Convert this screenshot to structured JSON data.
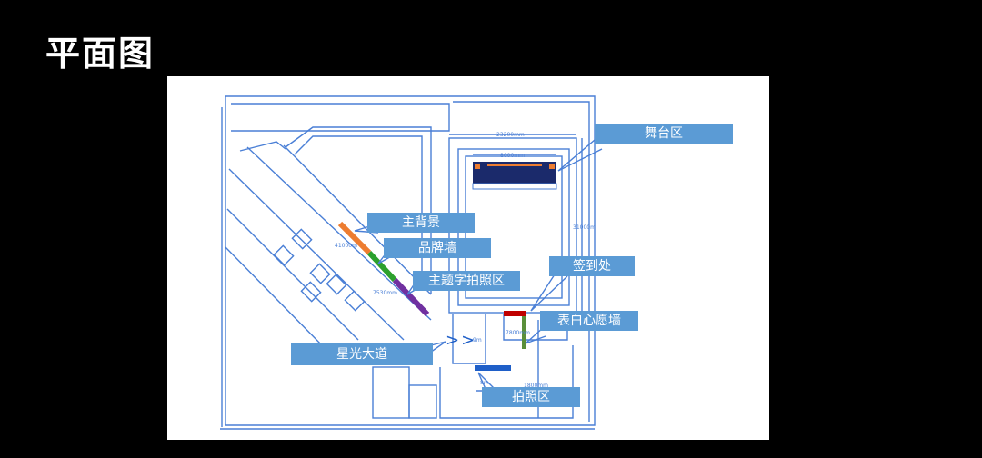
{
  "page": {
    "title": "平面图"
  },
  "labels": {
    "stage": "舞台区",
    "main_backdrop": "主背景",
    "brand_wall": "品牌墙",
    "theme_photo": "主题字拍照区",
    "sign_in": "签到处",
    "wish_wall": "表白心愿墙",
    "star_avenue": "星光大道",
    "photo_area": "拍照区"
  },
  "dimensions": {
    "d1": "23200mm",
    "d2": "8000mm",
    "d3": "31000m",
    "d4": "41000m",
    "d5": "7530mm",
    "d6": "7800mm",
    "d7": "9m",
    "d8": "1800mm",
    "d9": "8m"
  },
  "arrows": ">>",
  "colors": {
    "page_bg": "#000000",
    "line": "#4a7fd6",
    "callout": "#5b9bd5",
    "orange": "#ed7d31",
    "green": "#2ca02c",
    "purple": "#7030a0",
    "red": "#c00000",
    "olive": "#5a8f3a",
    "blue_bar": "#1f5fc8",
    "stage_dark": "#1b2a6b"
  }
}
